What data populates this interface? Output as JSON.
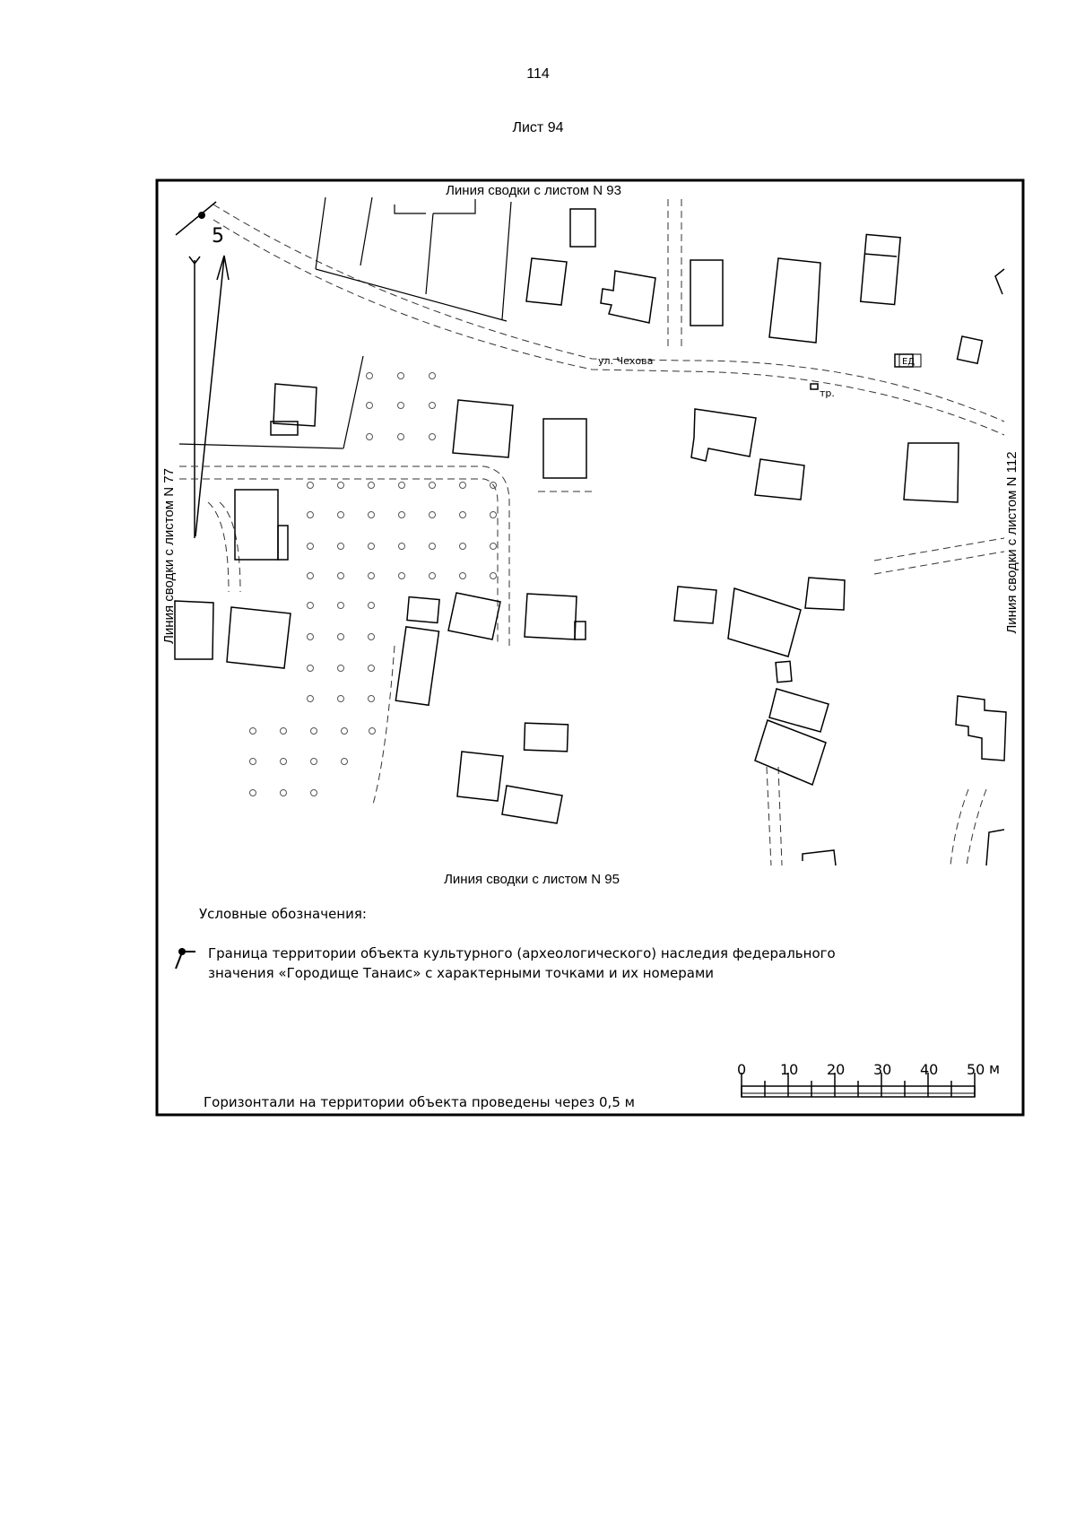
{
  "page": {
    "number": "114",
    "sheet": "Лист 94"
  },
  "map": {
    "edge_top": "Линия сводки с листом N 93",
    "edge_bottom": "Линия сводки с листом N 95",
    "edge_left": "Линия сводки с листом N 77",
    "edge_right": "Линия сводки с листом N 112",
    "boundary_point_number": "5",
    "street_label": "ул. Чехова",
    "label_tr": "тр.",
    "label_ed": "ЕД",
    "contour_note": "Горизонтали на территории объекта проведены через 0,5 м"
  },
  "legend": {
    "title": "Условные обозначения:",
    "item_line1": "Граница территории объекта культурного (археологического) наследия федерального",
    "item_line2": "значения «Городище Танаис» с характерными точками и их номерами"
  },
  "scale_bar": {
    "ticks": [
      "0",
      "10",
      "20",
      "30",
      "40",
      "50"
    ],
    "unit": "м"
  },
  "colors": {
    "ink": "#000000",
    "paper": "#ffffff"
  }
}
